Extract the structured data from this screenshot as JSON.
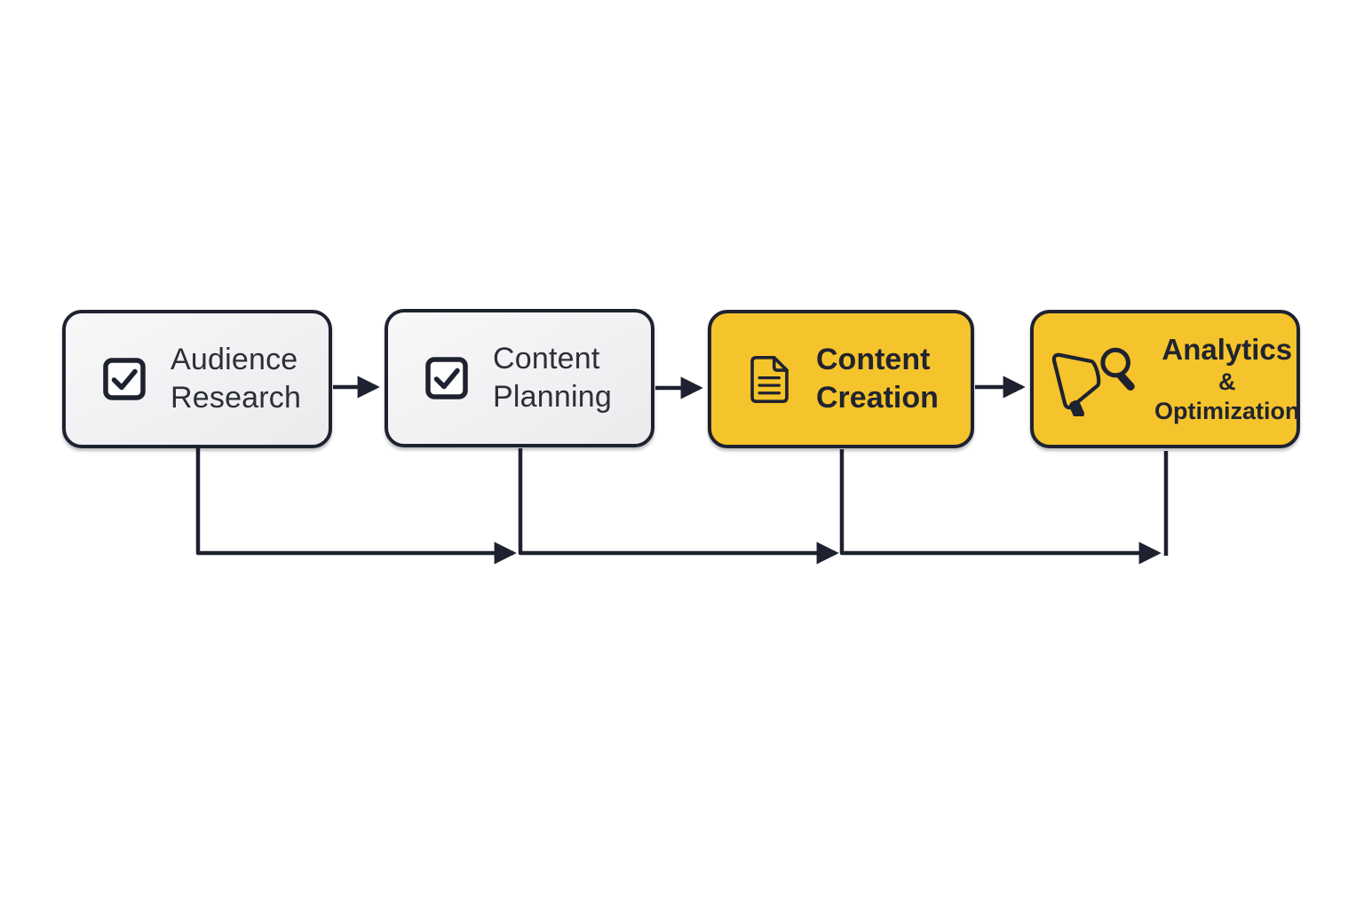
{
  "colors": {
    "accent_yellow": "#F5C32B",
    "outline_dark": "#1E2230",
    "light_box_fill": "#F1F1F3",
    "background": "#FFFFFF",
    "text_dark": "#2C2F37"
  },
  "nodes": [
    {
      "id": "audience-research",
      "line1": "Audience",
      "line2": "Research",
      "icon": "checkbox-icon",
      "style": "light"
    },
    {
      "id": "content-planning",
      "line1": "Content",
      "line2": "Planning",
      "icon": "checkbox-icon",
      "style": "light"
    },
    {
      "id": "content-creation",
      "line1": "Content",
      "line2": "Creation",
      "icon": "document-icon",
      "style": "yellow"
    },
    {
      "id": "analytics-optimization",
      "line1": "Analytics",
      "line2": "& Optimization",
      "icon": "megaphone-magnifier-icon",
      "style": "yellow"
    }
  ],
  "edges": [
    {
      "from": "audience-research",
      "to": "content-planning",
      "route": "direct"
    },
    {
      "from": "content-planning",
      "to": "content-creation",
      "route": "direct"
    },
    {
      "from": "content-creation",
      "to": "analytics-optimization",
      "route": "direct"
    },
    {
      "from": "audience-research",
      "to": "content-planning",
      "route": "bottom-rail"
    },
    {
      "from": "content-planning",
      "to": "content-creation",
      "route": "bottom-rail"
    },
    {
      "from": "content-creation",
      "to": "analytics-optimization",
      "route": "bottom-rail"
    }
  ]
}
